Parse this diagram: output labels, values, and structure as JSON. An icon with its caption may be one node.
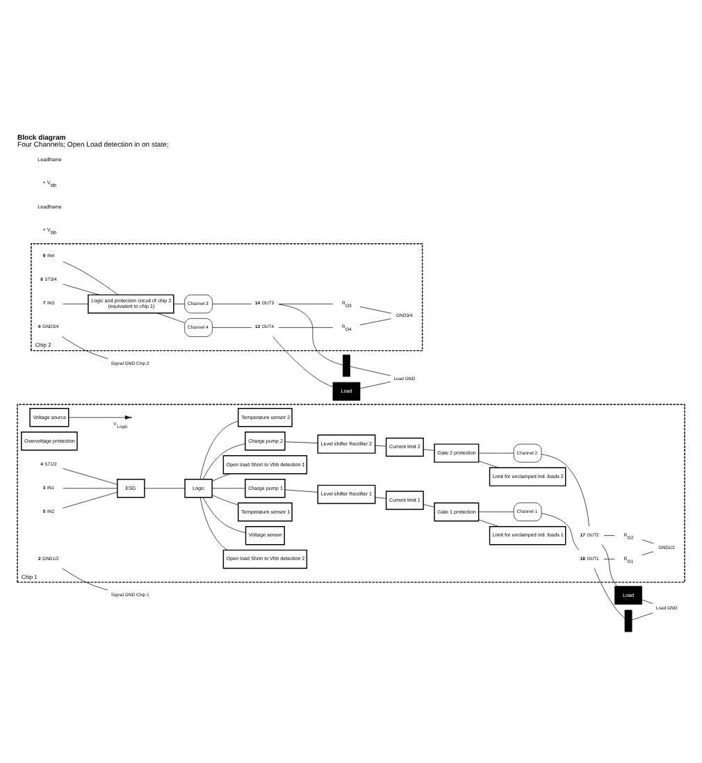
{
  "diagram": {
    "title": "Block diagram",
    "caption": "Four Channels; Open Load detection in on state;",
    "nodes": [
      {
        "text": [
          "Chip 1"
        ]
      },
      {
        "text": [
          "Voltage source"
        ],
        "in": 0
      },
      {
        "text": [
          "Overvoltage protection"
        ],
        "in": 0
      },
      {
        "text": [
          "Current limit 1"
        ],
        "in": 0
      },
      {
        "text": [
          "Gate 1 protection"
        ],
        "in": 0
      },
      {
        "text": [
          "Voltage sensor"
        ],
        "in": 0
      },
      {
        "text": [
          "Level shifter Rectifier 1"
        ],
        "in": 0
      },
      {
        "text": [
          "Limit for unclamped ind. loads 1"
        ],
        "in": 0
      },
      {
        "text": [
          "Temperature sensor 1"
        ],
        "in": 0
      },
      {
        "text": [
          "ESD"
        ],
        "in": 0
      },
      {
        "text": [
          "Logic"
        ],
        "in": 0
      },
      {
        "text": [
          "Charge pump 1"
        ],
        "in": 0
      },
      {
        "text": [
          "Open load Short to Vbb detection 1"
        ],
        "in": 0
      },
      {
        "text": [
          "Charge pump 2"
        ],
        "in": 0
      },
      {
        "text": [
          "Current limit 2"
        ],
        "in": 0
      },
      {
        "text": [
          "Gate 2 protection"
        ],
        "in": 0
      },
      {
        "text": [
          "Level shifter Rectifier 2"
        ],
        "in": 0
      },
      {
        "text": [
          "Limit for unclamped ind. loads 2"
        ],
        "in": 0
      },
      {
        "text": [
          "Temperature sensor 2"
        ],
        "in": 0
      },
      {
        "text": [
          "Open load Short to Vbb detection 2"
        ],
        "in": 0
      },
      {
        "text": [
          "Chip 2"
        ]
      },
      {
        "text": [
          "Logic and protection circuit of chip 2",
          "(equivalent to chip 1)"
        ],
        "in": 20
      },
      {
        "text": [
          "IN1"
        ],
        "beside": [
          "3"
        ],
        "in": 0
      },
      {
        "text": [
          "IN2"
        ],
        "beside": [
          "5"
        ],
        "in": 0
      },
      {
        "text": [
          "ST1/2"
        ],
        "beside": [
          "4"
        ],
        "in": 0
      },
      {
        "text": [
          "GND1/2"
        ],
        "beside": [
          "2"
        ],
        "in": 0
      },
      {
        "text": [
          "Signal GND Chip 1"
        ]
      },
      {
        "text": [
          "Channel 1"
        ],
        "in": 0
      },
      {
        "text": [
          "Channel 2"
        ],
        "in": 0
      },
      {
        "text": [
          "OUT1"
        ],
        "beside": [
          "18"
        ],
        "in": 0
      },
      {
        "text": [
          "OUT2"
        ],
        "beside": [
          "17"
        ],
        "in": 0
      },
      {
        "text": [
          "R$_{O1}$"
        ],
        "in": 0
      },
      {
        "text": [
          "R$_{O2}$"
        ],
        "in": 0
      },
      {
        "text": [
          "GND1/2"
        ],
        "in": 0
      },
      {
        "text": [
          "Load"
        ]
      },
      {
        "text": [],
        "shape": "bar"
      },
      {
        "text": [
          "Load GND"
        ]
      },
      {
        "text": [
          "IN3"
        ],
        "beside": [
          "7"
        ],
        "in": 20
      },
      {
        "text": [
          "IN4"
        ],
        "beside": [
          "9"
        ],
        "in": 20
      },
      {
        "text": [
          "ST3/4"
        ],
        "beside": [
          "8"
        ],
        "in": 20
      },
      {
        "text": [
          "GND3/4"
        ],
        "beside": [
          "6"
        ],
        "in": 20
      },
      {
        "text": [
          "Signal GND Chip 2"
        ]
      },
      {
        "text": [
          "Channel 3"
        ],
        "in": 20
      },
      {
        "text": [
          "Channel 4"
        ],
        "in": 20
      },
      {
        "text": [
          "OUT3"
        ],
        "beside": [
          "14"
        ],
        "in": 20
      },
      {
        "text": [
          "OUT4"
        ],
        "beside": [
          "13"
        ],
        "in": 20
      },
      {
        "text": [
          "R$_{O3}$"
        ],
        "in": 20
      },
      {
        "text": [
          "R$_{O4}$"
        ],
        "in": 20
      },
      {
        "text": [
          "GND3/4"
        ],
        "in": 20
      },
      {
        "text": [
          "Load"
        ]
      },
      {
        "text": [],
        "shape": "bar"
      },
      {
        "text": [
          "Load GND"
        ]
      }
    ],
    "edges": [
      {
        "from": 22,
        "to": 9,
        "arrow": "none"
      },
      {
        "from": 23,
        "to": 9,
        "arrow": "none"
      },
      {
        "from": 24,
        "to": 9,
        "arrow": "none"
      },
      {
        "from": 9,
        "to": 10,
        "arrow": "none"
      },
      {
        "from": 10,
        "to": 5,
        "arrow": "none"
      },
      {
        "from": 10,
        "to": 11,
        "arrow": "none"
      },
      {
        "from": 10,
        "to": 13,
        "arrow": "none"
      },
      {
        "from": 10,
        "to": 12,
        "arrow": "none"
      },
      {
        "from": 10,
        "to": 19,
        "arrow": "none"
      },
      {
        "from": 10,
        "to": 8,
        "arrow": "none"
      },
      {
        "from": 10,
        "to": 18,
        "arrow": "none"
      },
      {
        "from": 11,
        "to": 6,
        "arrow": "none"
      },
      {
        "from": 13,
        "to": 16,
        "arrow": "none"
      },
      {
        "from": 6,
        "to": 3,
        "arrow": "none"
      },
      {
        "from": 3,
        "to": 4,
        "arrow": "none"
      },
      {
        "from": 4,
        "to": 7,
        "arrow": "none"
      },
      {
        "from": 4,
        "to": 27,
        "arrow": "none"
      },
      {
        "from": 16,
        "to": 14,
        "arrow": "none"
      },
      {
        "from": 14,
        "to": 15,
        "arrow": "none"
      },
      {
        "from": 15,
        "to": 17,
        "arrow": "none"
      },
      {
        "from": 15,
        "to": 28,
        "arrow": "none"
      },
      {
        "from": 1,
        "to": null,
        "arrow": "to",
        "label": "V$_{Logic}$"
      },
      {
        "from": 27,
        "to": 29,
        "arrow": "none"
      },
      {
        "from": 28,
        "to": 30,
        "arrow": "none"
      },
      {
        "from": 29,
        "to": 31,
        "arrow": "none"
      },
      {
        "from": 30,
        "to": 32,
        "arrow": "none"
      },
      {
        "from": 31,
        "to": 33,
        "arrow": "none"
      },
      {
        "from": 32,
        "to": 33,
        "arrow": "none"
      },
      {
        "from": 29,
        "to": 35,
        "arrow": "none"
      },
      {
        "from": 30,
        "to": 34,
        "arrow": "none"
      },
      {
        "from": 34,
        "to": 36,
        "arrow": "none"
      },
      {
        "from": 35,
        "to": 36,
        "arrow": "none"
      },
      {
        "from": 25,
        "to": 26,
        "arrow": "none"
      },
      {
        "from": 37,
        "to": 21,
        "arrow": "none"
      },
      {
        "from": 38,
        "to": 21,
        "arrow": "none"
      },
      {
        "from": 39,
        "to": 21,
        "arrow": "none"
      },
      {
        "from": 21,
        "to": 42,
        "arrow": "none"
      },
      {
        "from": 21,
        "to": 43,
        "arrow": "none"
      },
      {
        "from": 42,
        "to": 44,
        "arrow": "none"
      },
      {
        "from": 43,
        "to": 45,
        "arrow": "none"
      },
      {
        "from": 44,
        "to": 46,
        "arrow": "none"
      },
      {
        "from": 45,
        "to": 47,
        "arrow": "none"
      },
      {
        "from": 46,
        "to": 48,
        "arrow": "none"
      },
      {
        "from": 47,
        "to": 48,
        "arrow": "none"
      },
      {
        "from": 44,
        "to": 50,
        "arrow": "none"
      },
      {
        "from": 45,
        "to": 49,
        "arrow": "none"
      },
      {
        "from": 49,
        "to": 51,
        "arrow": "none"
      },
      {
        "from": 50,
        "to": 51,
        "arrow": "none"
      },
      {
        "from": 40,
        "to": 41,
        "arrow": "none"
      }
    ],
    "labels": [
      "+ V$_{bb}$",
      "Leadframe",
      "+ V$_{bb}$",
      "Leadframe"
    ]
  }
}
